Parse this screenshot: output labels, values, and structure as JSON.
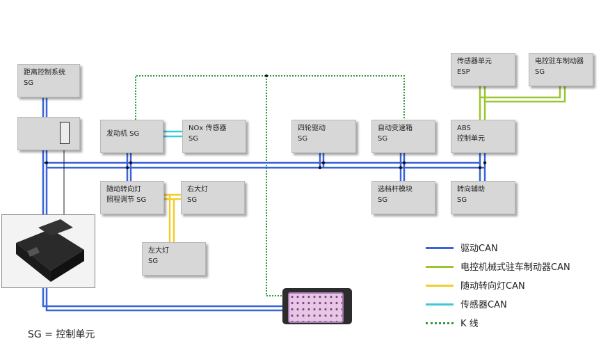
{
  "modules": {
    "distance": {
      "line1": "距离控制系统",
      "line2": "SG"
    },
    "engine": {
      "line1": "发动机 SG"
    },
    "nox": {
      "line1": "NOx 传感器",
      "line2": "SG"
    },
    "awd": {
      "line1": "四轮驱动",
      "line2": "SG"
    },
    "gearbox": {
      "line1": "自动变速箱",
      "line2": "SG"
    },
    "abs": {
      "line1": "ABS",
      "line2": "控制单元"
    },
    "sensor_esp": {
      "line1": "传感器单元",
      "line2": "ESP"
    },
    "epb": {
      "line1": "电控驻车制动器",
      "line2": "SG"
    },
    "afs": {
      "line1": "随动转向灯",
      "line2": "照程调节 SG"
    },
    "right_light": {
      "line1": "右大灯",
      "line2": "SG"
    },
    "left_light": {
      "line1": "左大灯",
      "line2": "SG"
    },
    "shifter": {
      "line1": "选档杆模块",
      "line2": "SG"
    },
    "steering": {
      "line1": "转向辅助",
      "line2": "SG"
    }
  },
  "legend": [
    {
      "label": "驱动CAN",
      "color": "#3a63d8"
    },
    {
      "label": "电控机械式驻车制动器CAN",
      "color": "#9ac52e"
    },
    {
      "label": "随动转向灯CAN",
      "color": "#f2cd2e"
    },
    {
      "label": "传感器CAN",
      "color": "#3cc8d6"
    },
    {
      "label": "K 线",
      "color": "#2e9a3a"
    }
  ],
  "footnote": "SG = 控制单元"
}
